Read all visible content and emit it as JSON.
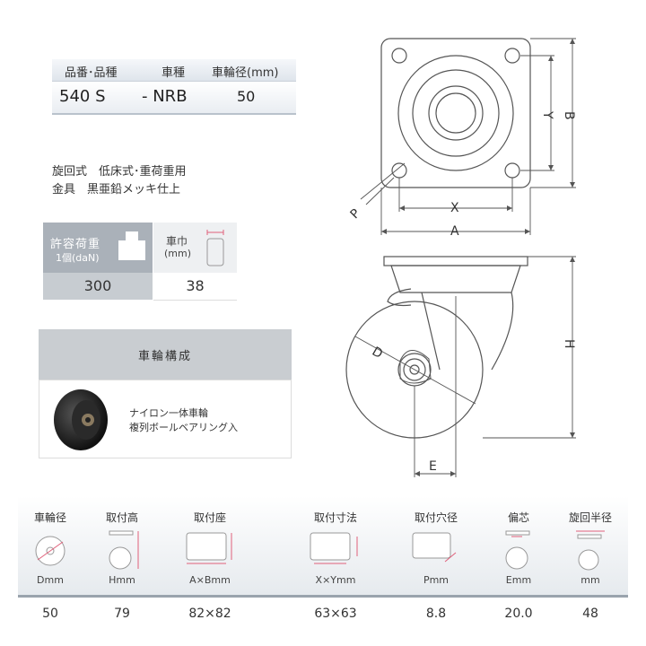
{
  "spec": {
    "headers": [
      "品番･品種",
      "車種",
      "車輪径(mm)"
    ],
    "part_number": "540 S",
    "type_code": "- NRB",
    "wheel_dia": "50"
  },
  "description": [
    "旋回式　低床式･重荷重用",
    "金具　黒亜鉛メッキ仕上"
  ],
  "load": {
    "label": "許容荷重",
    "sub": "1個(daN)",
    "width_label": "車巾",
    "width_unit": "(mm)",
    "load_value": "300",
    "width_value": "38"
  },
  "composition": {
    "title": "車輪構成",
    "lines": [
      "ナイロン一体車輪",
      "複列ボールベアリング入"
    ]
  },
  "drawing_labels": {
    "A": "A",
    "B": "B",
    "X": "X",
    "Y": "Y",
    "P": "P",
    "H": "H",
    "D": "D",
    "E": "E"
  },
  "bottom": [
    {
      "label": "車輪径",
      "unit": "Dmm",
      "value": "50"
    },
    {
      "label": "取付高",
      "unit": "Hmm",
      "value": "79"
    },
    {
      "label": "取付座",
      "unit": "A×Bmm",
      "value": "82×82"
    },
    {
      "label": "取付寸法",
      "unit": "X×Ymm",
      "value": "63×63"
    },
    {
      "label": "取付穴径",
      "unit": "Pmm",
      "value": "8.8"
    },
    {
      "label": "偏芯",
      "unit": "Emm",
      "value": "20.0"
    },
    {
      "label": "旋回半径",
      "unit": "mm",
      "value": "48"
    }
  ],
  "colors": {
    "accent_pink": "#e0607a",
    "line": "#555555"
  }
}
